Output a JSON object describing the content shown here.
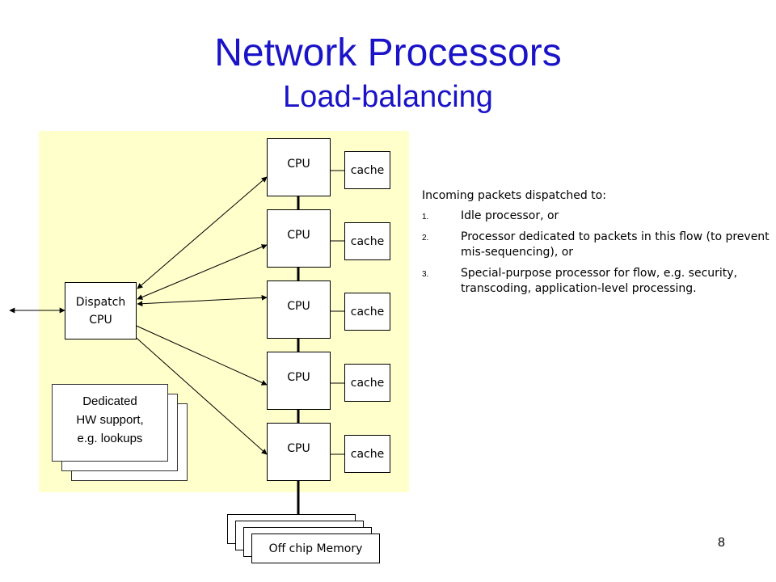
{
  "slide": {
    "title": "Network Processors",
    "subtitle": "Load-balancing",
    "page_number": "8"
  },
  "colors": {
    "title": "#1a13c7",
    "panel_background": "#ffffcc"
  },
  "diagram": {
    "cpus": [
      {
        "cpu_label": "CPU",
        "cache_label": "cache"
      },
      {
        "cpu_label": "CPU",
        "cache_label": "cache"
      },
      {
        "cpu_label": "CPU",
        "cache_label": "cache"
      },
      {
        "cpu_label": "CPU",
        "cache_label": "cache"
      },
      {
        "cpu_label": "CPU",
        "cache_label": "cache"
      }
    ],
    "dispatch": {
      "line1": "Dispatch",
      "line2": "CPU"
    },
    "hw_support": {
      "line1": "Dedicated",
      "line2": "HW support,",
      "line3": "e.g. lookups"
    },
    "memory": {
      "label": "Off chip Memory"
    }
  },
  "description": {
    "intro": "Incoming packets dispatched to:",
    "items": [
      {
        "number": "1.",
        "text": "Idle processor, or"
      },
      {
        "number": "2.",
        "text": "Processor dedicated to packets in this flow (to prevent mis-sequencing), or"
      },
      {
        "number": "3.",
        "text": "Special-purpose processor for flow, e.g. security, transcoding, application-level processing."
      }
    ]
  }
}
